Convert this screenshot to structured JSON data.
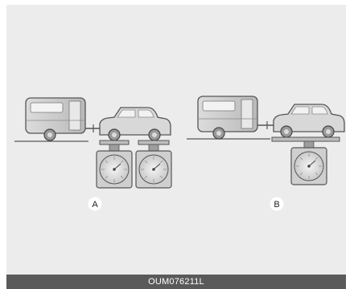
{
  "figure": {
    "label_a": "A",
    "label_b": "B",
    "caption": "OUM076211L"
  }
}
